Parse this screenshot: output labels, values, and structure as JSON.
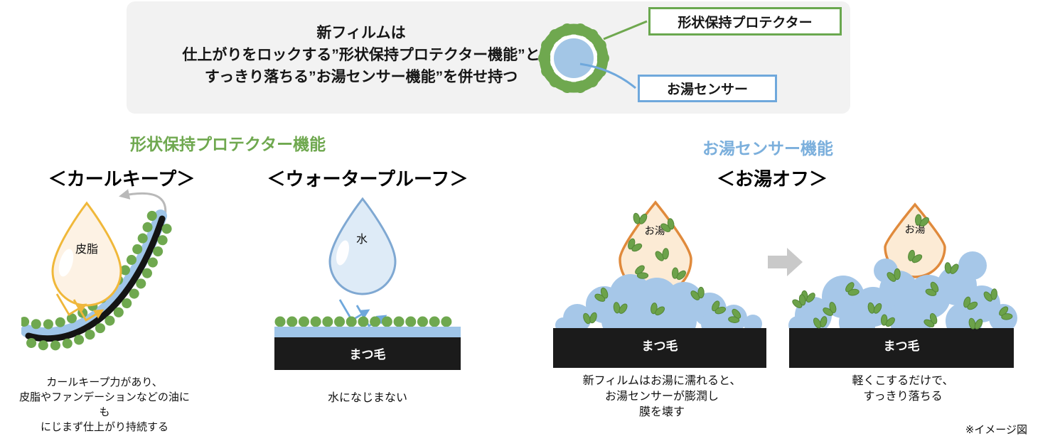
{
  "colors": {
    "green": "#6FA84F",
    "blue": "#6FA8DC",
    "light_blue": "#A6C7E8",
    "orange": "#E08A3C",
    "yellow": "#EFB73B",
    "bar_black": "#1B1B1B",
    "panel_gray": "#F2F2F2",
    "arrow_gray": "#C9C9C9"
  },
  "header": {
    "intro": "新フィルムは\n仕上がりをロックする”形状保持プロテクター機能”と\nすっきり落ちる”お湯センサー機能”を併せ持つ",
    "capsule_labels": {
      "protector": "形状保持プロテクター",
      "sensor": "お湯センサー"
    }
  },
  "protector_section": {
    "heading": "形状保持プロテクター機能",
    "curl_keep": {
      "title": "＜カールキープ＞",
      "drop_label": "皮脂",
      "caption": "カールキープ力があり、\n皮脂やファンデーションなどの油にも\nにじまず仕上がり持続する"
    },
    "waterproof": {
      "title": "＜ウォータープルーフ＞",
      "drop_label": "水",
      "lash_label": "まつ毛",
      "caption": "水になじまない"
    }
  },
  "sensor_section": {
    "heading": "お湯センサー機能",
    "hot_water_off": {
      "title": "＜お湯オフ＞",
      "swell": {
        "drop_label": "お湯",
        "lash_label": "まつ毛",
        "caption": "新フィルムはお湯に濡れると、\nお湯センサーが膨潤し\n膜を壊す"
      },
      "rinse": {
        "drop_label": "お湯",
        "lash_label": "まつ毛",
        "caption": "軽くこするだけで、\nすっきり落ちる"
      }
    }
  },
  "footnote": "※イメージ図"
}
